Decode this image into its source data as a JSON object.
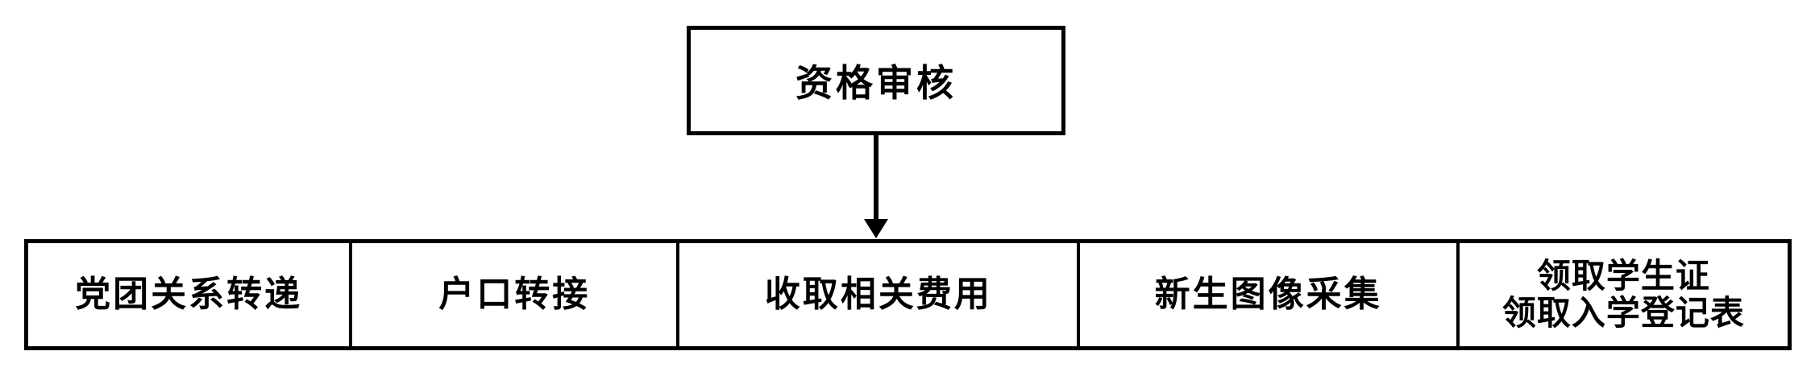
{
  "flow": {
    "title_box": {
      "label": "资格审核"
    },
    "steps": [
      {
        "lines": [
          "党团关系转递"
        ]
      },
      {
        "lines": [
          "户口转接"
        ]
      },
      {
        "lines": [
          "收取相关费用"
        ]
      },
      {
        "lines": [
          "新生图像采集"
        ]
      },
      {
        "lines": [
          "领取学生证",
          "领取入学登记表"
        ]
      }
    ],
    "colors": {
      "line": "#000000",
      "text": "#000000",
      "background": "#ffffff"
    }
  }
}
